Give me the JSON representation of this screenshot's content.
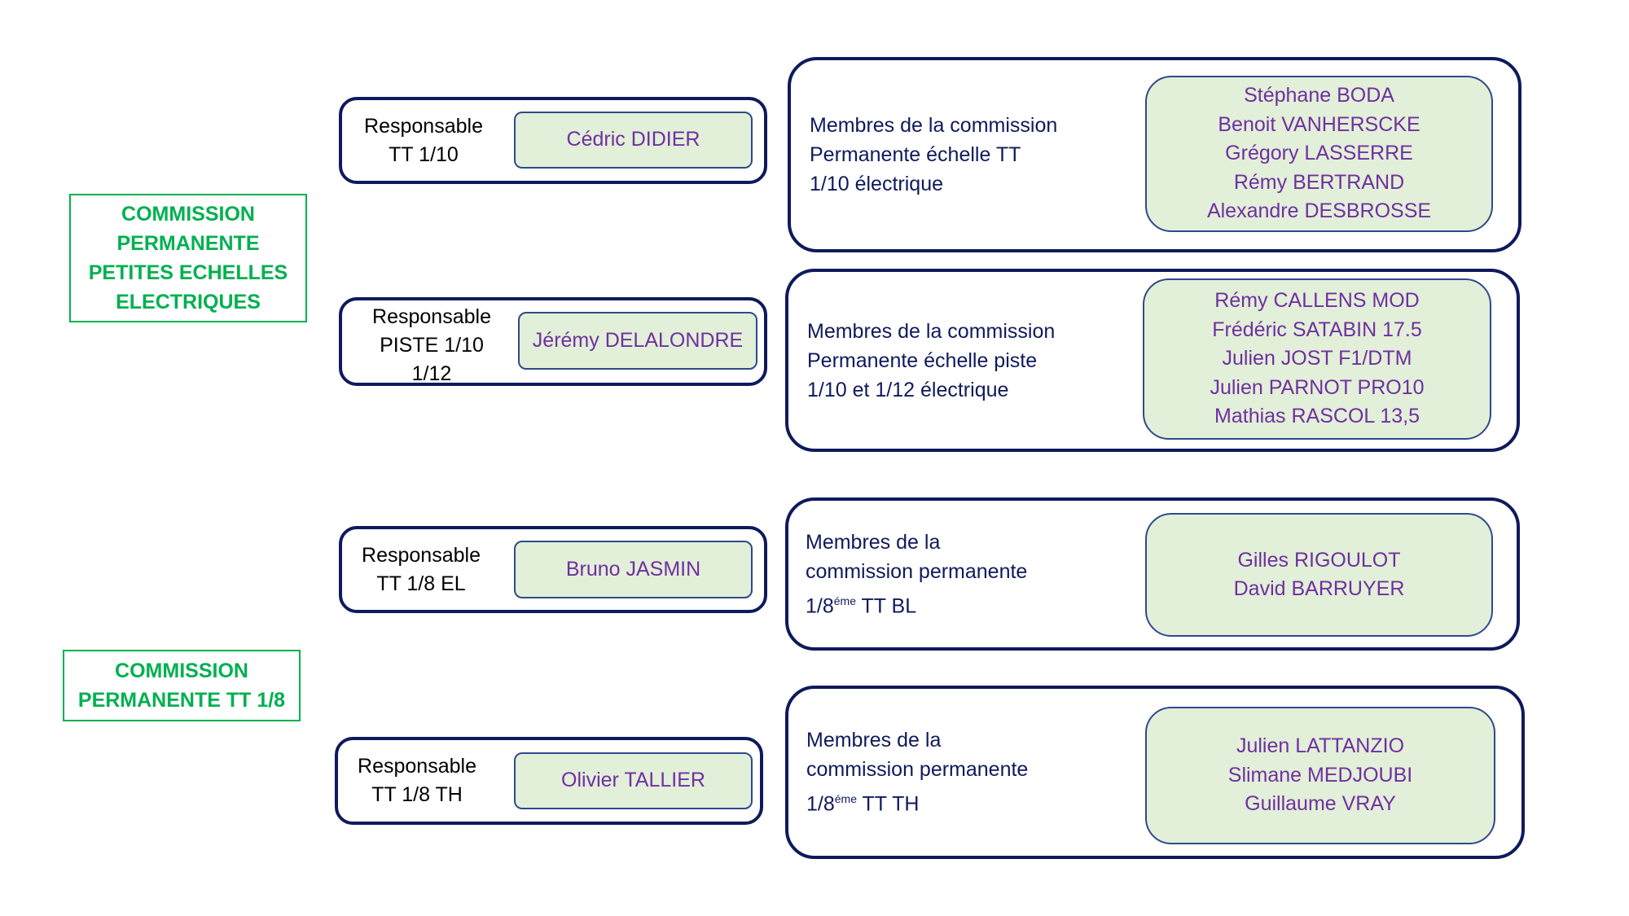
{
  "colors": {
    "commission": "#00B050",
    "border": "#0f1a5c",
    "names_text": "#7030A0",
    "names_fill": "#E2EFD9"
  },
  "commissions": [
    {
      "title_lines": [
        "COMMISSION",
        "PERMANENTE",
        "PETITES ECHELLES",
        "ELECTRIQUES"
      ]
    },
    {
      "title_lines": [
        "COMMISSION",
        "PERMANENTE TT 1/8"
      ]
    }
  ],
  "responsables": [
    {
      "label_lines": [
        "Responsable",
        "TT 1/10"
      ],
      "name": "Cédric DIDIER"
    },
    {
      "label_lines": [
        "Responsable",
        "PISTE 1/10",
        "1/12"
      ],
      "name": "Jérémy DELALONDRE"
    },
    {
      "label_lines": [
        "Responsable",
        "TT 1/8 EL"
      ],
      "name": "Bruno JASMIN"
    },
    {
      "label_lines": [
        "Responsable",
        "TT 1/8 TH"
      ],
      "name": "Olivier TALLIER"
    }
  ],
  "members": [
    {
      "label_lines": [
        "Membres de la commission",
        "Permanente échelle TT",
        "1/10 électrique"
      ],
      "names": [
        "Stéphane BODA",
        "Benoit VANHERSCKE",
        "Grégory LASSERRE",
        "Rémy BERTRAND",
        "Alexandre DESBROSSE"
      ]
    },
    {
      "label_lines": [
        "Membres de la commission",
        "Permanente échelle piste",
        "1/10 et 1/12 électrique"
      ],
      "names": [
        "Rémy CALLENS MOD",
        "Frédéric SATABIN 17.5",
        "Julien JOST F1/DTM",
        "Julien PARNOT PRO10",
        "Mathias RASCOL 13,5"
      ]
    },
    {
      "label_lines": [
        "Membres de la",
        "commission permanente"
      ],
      "label_last": {
        "prefix": "1/8",
        "sup": "éme",
        "suffix": " TT BL"
      },
      "names": [
        "Gilles RIGOULOT",
        "David BARRUYER"
      ]
    },
    {
      "label_lines": [
        "Membres de la",
        "commission permanente"
      ],
      "label_last": {
        "prefix": "1/8",
        "sup": "éme",
        "suffix": " TT TH"
      },
      "names": [
        "Julien LATTANZIO",
        "Slimane MEDJOUBI",
        "Guillaume VRAY"
      ]
    }
  ]
}
